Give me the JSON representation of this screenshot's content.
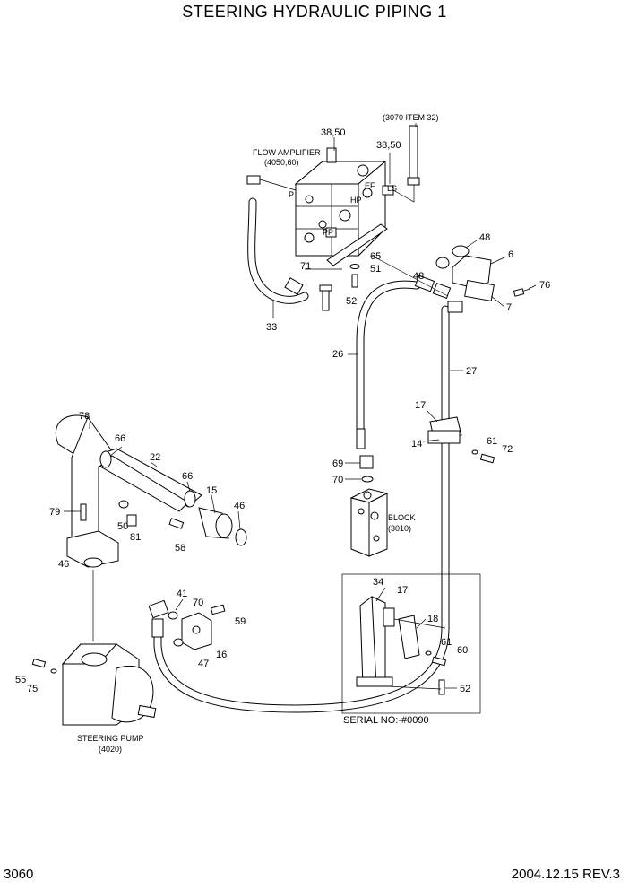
{
  "title": "STEERING HYDRAULIC PIPING 1",
  "page_number": "3060",
  "footer": "2004.12.15  REV.3",
  "callouts": {
    "c3850a": "38,50",
    "c3850b": "38,50",
    "ref3070": "(3070 ITEM 32)",
    "c48a": "48",
    "c48b": "48",
    "c6": "6",
    "c7": "7",
    "c76": "76",
    "c65": "65",
    "c51": "51",
    "c71": "71",
    "c52a": "52",
    "c33": "33",
    "c26": "26",
    "c27": "27",
    "c17a": "17",
    "c14": "14",
    "c61a": "61",
    "c72": "72",
    "c69": "69",
    "c70a": "70",
    "c78": "78",
    "c66a": "66",
    "c22": "22",
    "c66b": "66",
    "c15": "15",
    "c46a": "46",
    "c79": "79",
    "c50": "50",
    "c81": "81",
    "c58": "58",
    "c46b": "46",
    "c41": "41",
    "c70b": "70",
    "c59": "59",
    "c16": "16",
    "c47": "47",
    "c55": "55",
    "c75": "75",
    "c34": "34",
    "c17b": "17",
    "c18": "18",
    "c61b": "61",
    "c60": "60",
    "c52b": "52"
  },
  "components": {
    "flow_amplifier": "FLOW AMPLIFIER",
    "flow_amplifier_ref": "(4050,60)",
    "block": "BLOCK",
    "block_ref": "(3010)",
    "steering_pump": "STEERING PUMP",
    "steering_pump_ref": "(4020)",
    "serial": "SERIAL NO:-#0090"
  },
  "port_labels": {
    "p": "P",
    "pp": "PP",
    "hp": "HP",
    "ef": "EF",
    "ls": "LS"
  }
}
